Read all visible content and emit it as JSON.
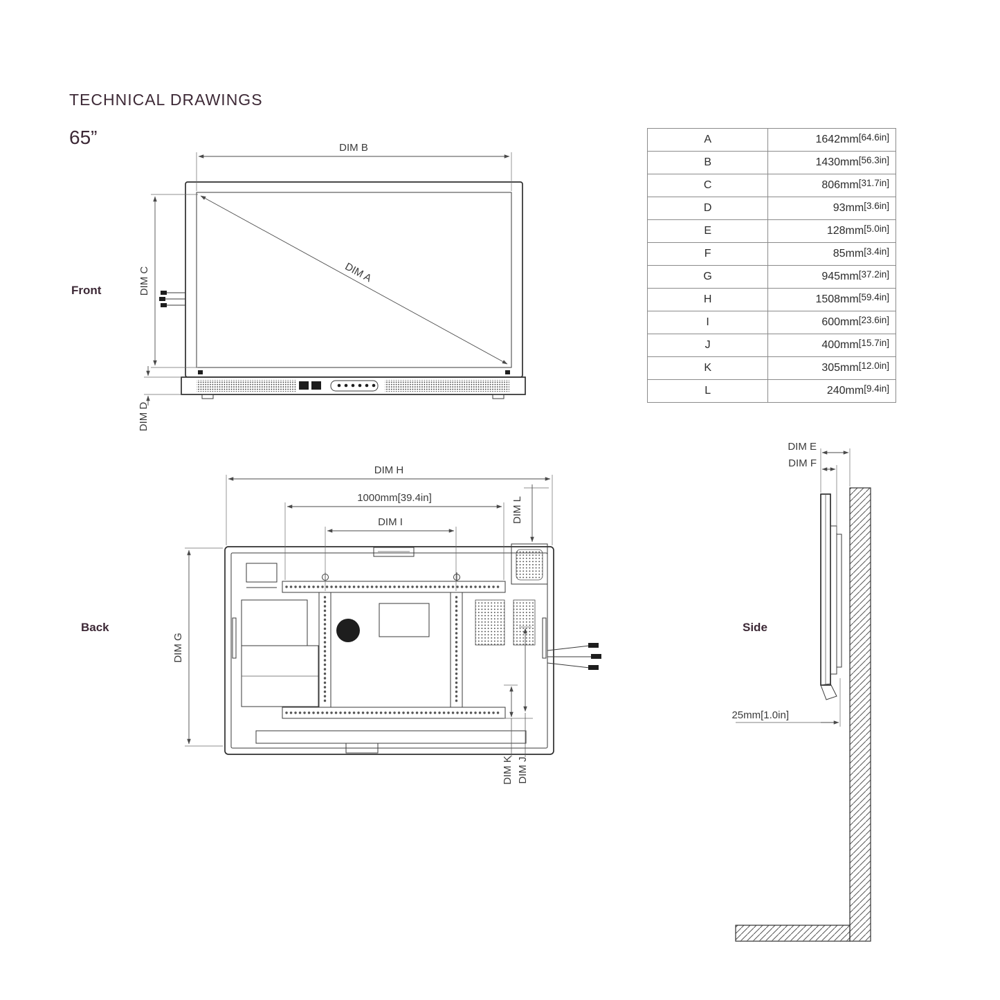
{
  "page": {
    "title": "TECHNICAL DRAWINGS",
    "size": "65”"
  },
  "views": {
    "front": "Front",
    "back": "Back",
    "side": "Side"
  },
  "front": {
    "dim_a": "DIM A",
    "dim_b": "DIM B",
    "dim_c": "DIM C",
    "dim_d": "DIM D"
  },
  "back": {
    "dim_h": "DIM H",
    "dim_1000mm": "1000mm[39.4in]",
    "dim_i": "DIM I",
    "dim_l": "DIM L",
    "dim_g": "DIM G",
    "dim_k": "DIM K",
    "dim_j": "DIM J"
  },
  "side": {
    "dim_e": "DIM E",
    "dim_f": "DIM F",
    "dim_25mm": "25mm[1.0in]"
  },
  "table": {
    "rows": [
      {
        "label": "A",
        "value_mm": "1642mm",
        "value_in": "[64.6in]"
      },
      {
        "label": "B",
        "value_mm": "1430mm",
        "value_in": "[56.3in]"
      },
      {
        "label": "C",
        "value_mm": "806mm",
        "value_in": "[31.7in]"
      },
      {
        "label": "D",
        "value_mm": "93mm",
        "value_in": "[3.6in]"
      },
      {
        "label": "E",
        "value_mm": "128mm",
        "value_in": "[5.0in]"
      },
      {
        "label": "F",
        "value_mm": "85mm",
        "value_in": "[3.4in]"
      },
      {
        "label": "G",
        "value_mm": "945mm",
        "value_in": "[37.2in]"
      },
      {
        "label": "H",
        "value_mm": "1508mm",
        "value_in": "[59.4in]"
      },
      {
        "label": "I",
        "value_mm": "600mm",
        "value_in": "[23.6in]"
      },
      {
        "label": "J",
        "value_mm": "400mm",
        "value_in": "[15.7in]"
      },
      {
        "label": "K",
        "value_mm": "305mm",
        "value_in": "[12.0in]"
      },
      {
        "label": "L",
        "value_mm": "240mm",
        "value_in": "[9.4in]"
      }
    ]
  }
}
